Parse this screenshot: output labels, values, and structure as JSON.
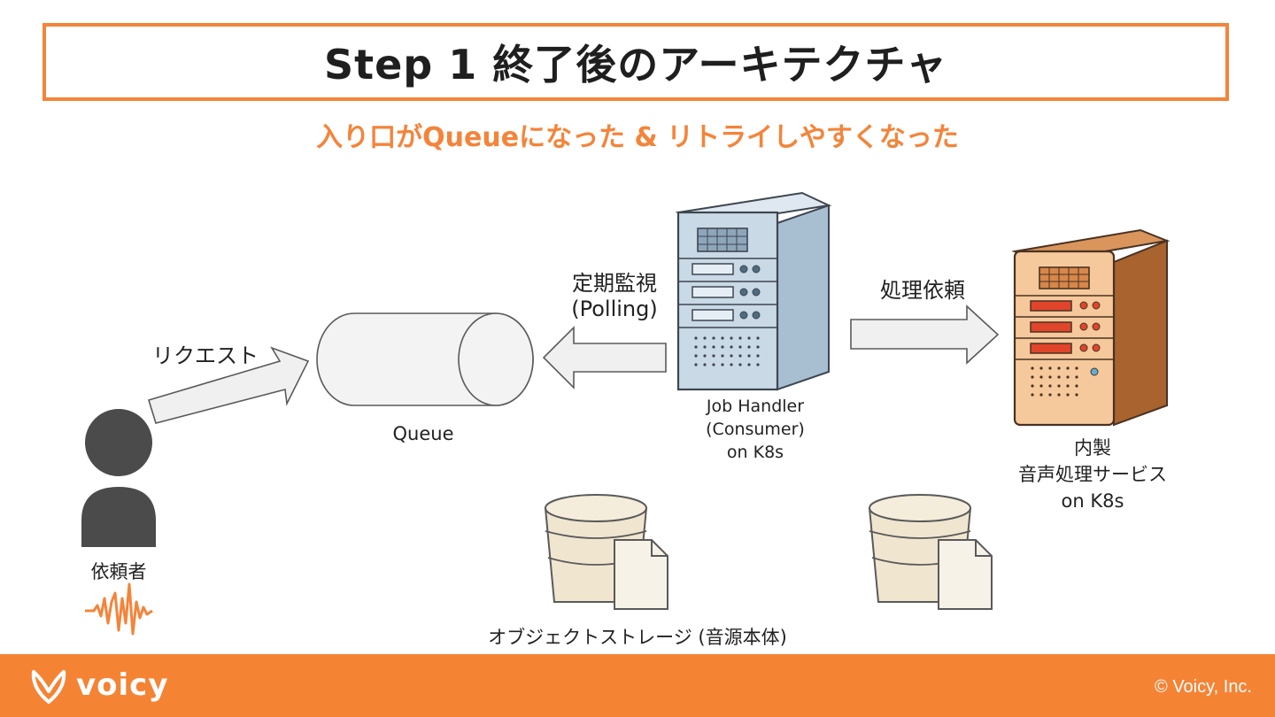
{
  "slide": {
    "title": "Step 1 終了後のアーキテクチャ",
    "subtitle": "入り口がQueueになった & リトライしやすくなった"
  },
  "diagram": {
    "requester": {
      "label": "依頼者",
      "icon": "person-icon"
    },
    "arrows": {
      "request": "リクエスト",
      "polling_line1": "定期監視",
      "polling_line2": "(Polling)",
      "process": "処理依頼"
    },
    "queue": {
      "label": "Queue"
    },
    "job_handler": {
      "line1": "Job Handler",
      "line2": "(Consumer)",
      "line3": "on K8s"
    },
    "audio_service": {
      "line1": "内製",
      "line2": "音声処理サービス",
      "line3": "on K8s"
    },
    "storage": {
      "label": "オブジェクトストレージ (音源本体)"
    }
  },
  "footer": {
    "brand": "voicy",
    "copyright": "© Voicy, Inc."
  },
  "colors": {
    "accent": "#f4843a",
    "footer": "#f58334",
    "arrow_fill": "#f0f0f0",
    "server_blue": "#c9d9e6",
    "server_brown": "#c97a3f"
  }
}
